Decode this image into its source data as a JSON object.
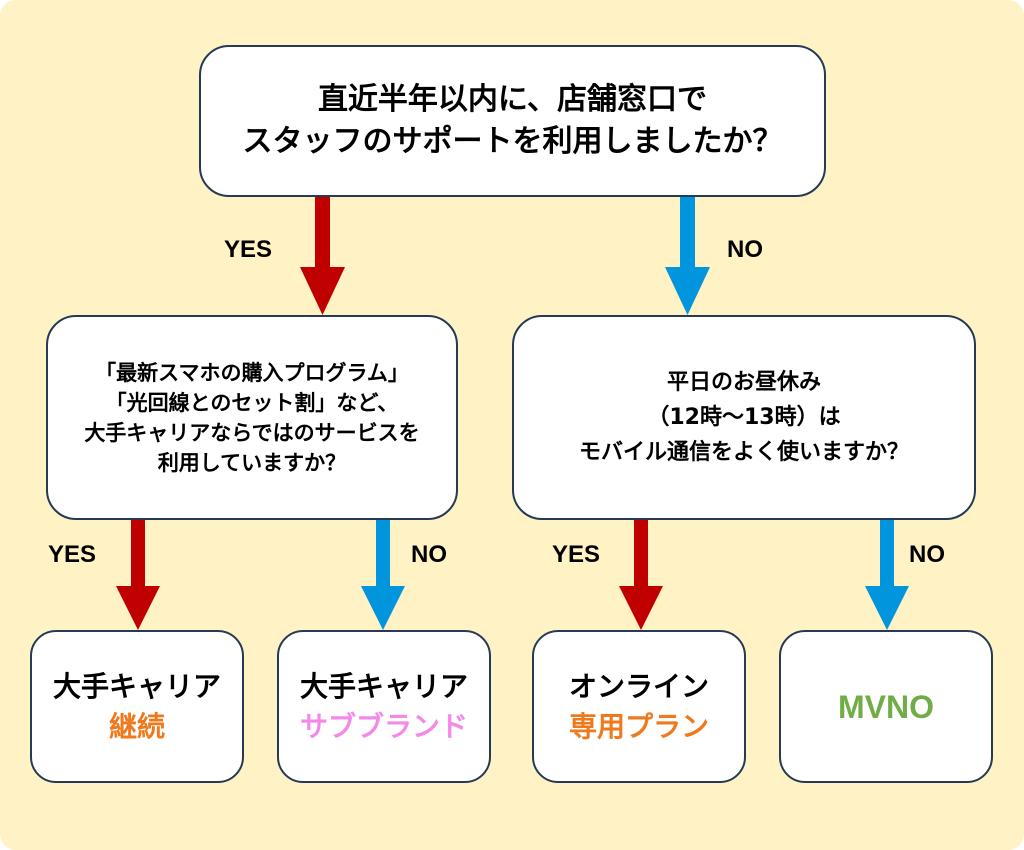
{
  "colors": {
    "background": "#fff2c4",
    "box_fill": "#ffffff",
    "box_border": "#243a55",
    "yes_arrow": "#c00000",
    "no_arrow": "#0095dd",
    "orange_text": "#ef7a1e",
    "pink_text": "#f48ae8",
    "green_text": "#70ad47"
  },
  "question1": {
    "lines": [
      "直近半年以内に、店舗窓口で",
      "スタッフのサポートを利用しましたか？"
    ]
  },
  "question2": {
    "lines": [
      "「最新スマホの購入プログラム」",
      "「光回線とのセット割」など、",
      "大手キャリアならではのサービスを",
      "利用していますか？"
    ]
  },
  "question3": {
    "lines": [
      "平日のお昼休み",
      "（12時〜13時）は",
      "モバイル通信をよく使いますか？"
    ]
  },
  "edges": {
    "q1_yes": "YES",
    "q1_no": "NO",
    "q2_yes": "YES",
    "q2_no": "NO",
    "q3_yes": "YES",
    "q3_no": "NO"
  },
  "results": [
    {
      "line1": "大手キャリア",
      "line2": "継続",
      "line2_color": "orange"
    },
    {
      "line1": "大手キャリア",
      "line2": "サブブランド",
      "line2_color": "pink"
    },
    {
      "line1": "オンライン",
      "line2": "専用プラン",
      "line2_color": "orange"
    },
    {
      "line1": "MVNO",
      "line2": "",
      "line1_color": "green"
    }
  ]
}
